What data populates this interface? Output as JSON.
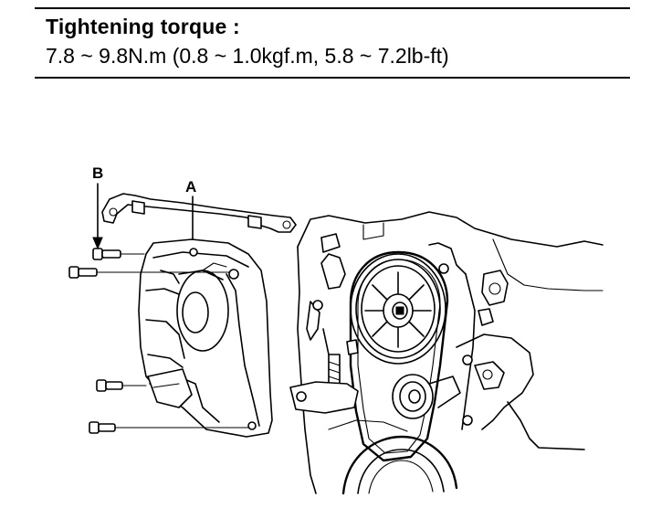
{
  "spec": {
    "heading": "Tightening torque :",
    "value": "7.8 ~ 9.8N.m (0.8 ~ 1.0kgf.m, 5.8 ~ 7.2lb-ft)"
  },
  "callouts": {
    "a": "A",
    "b": "B"
  }
}
